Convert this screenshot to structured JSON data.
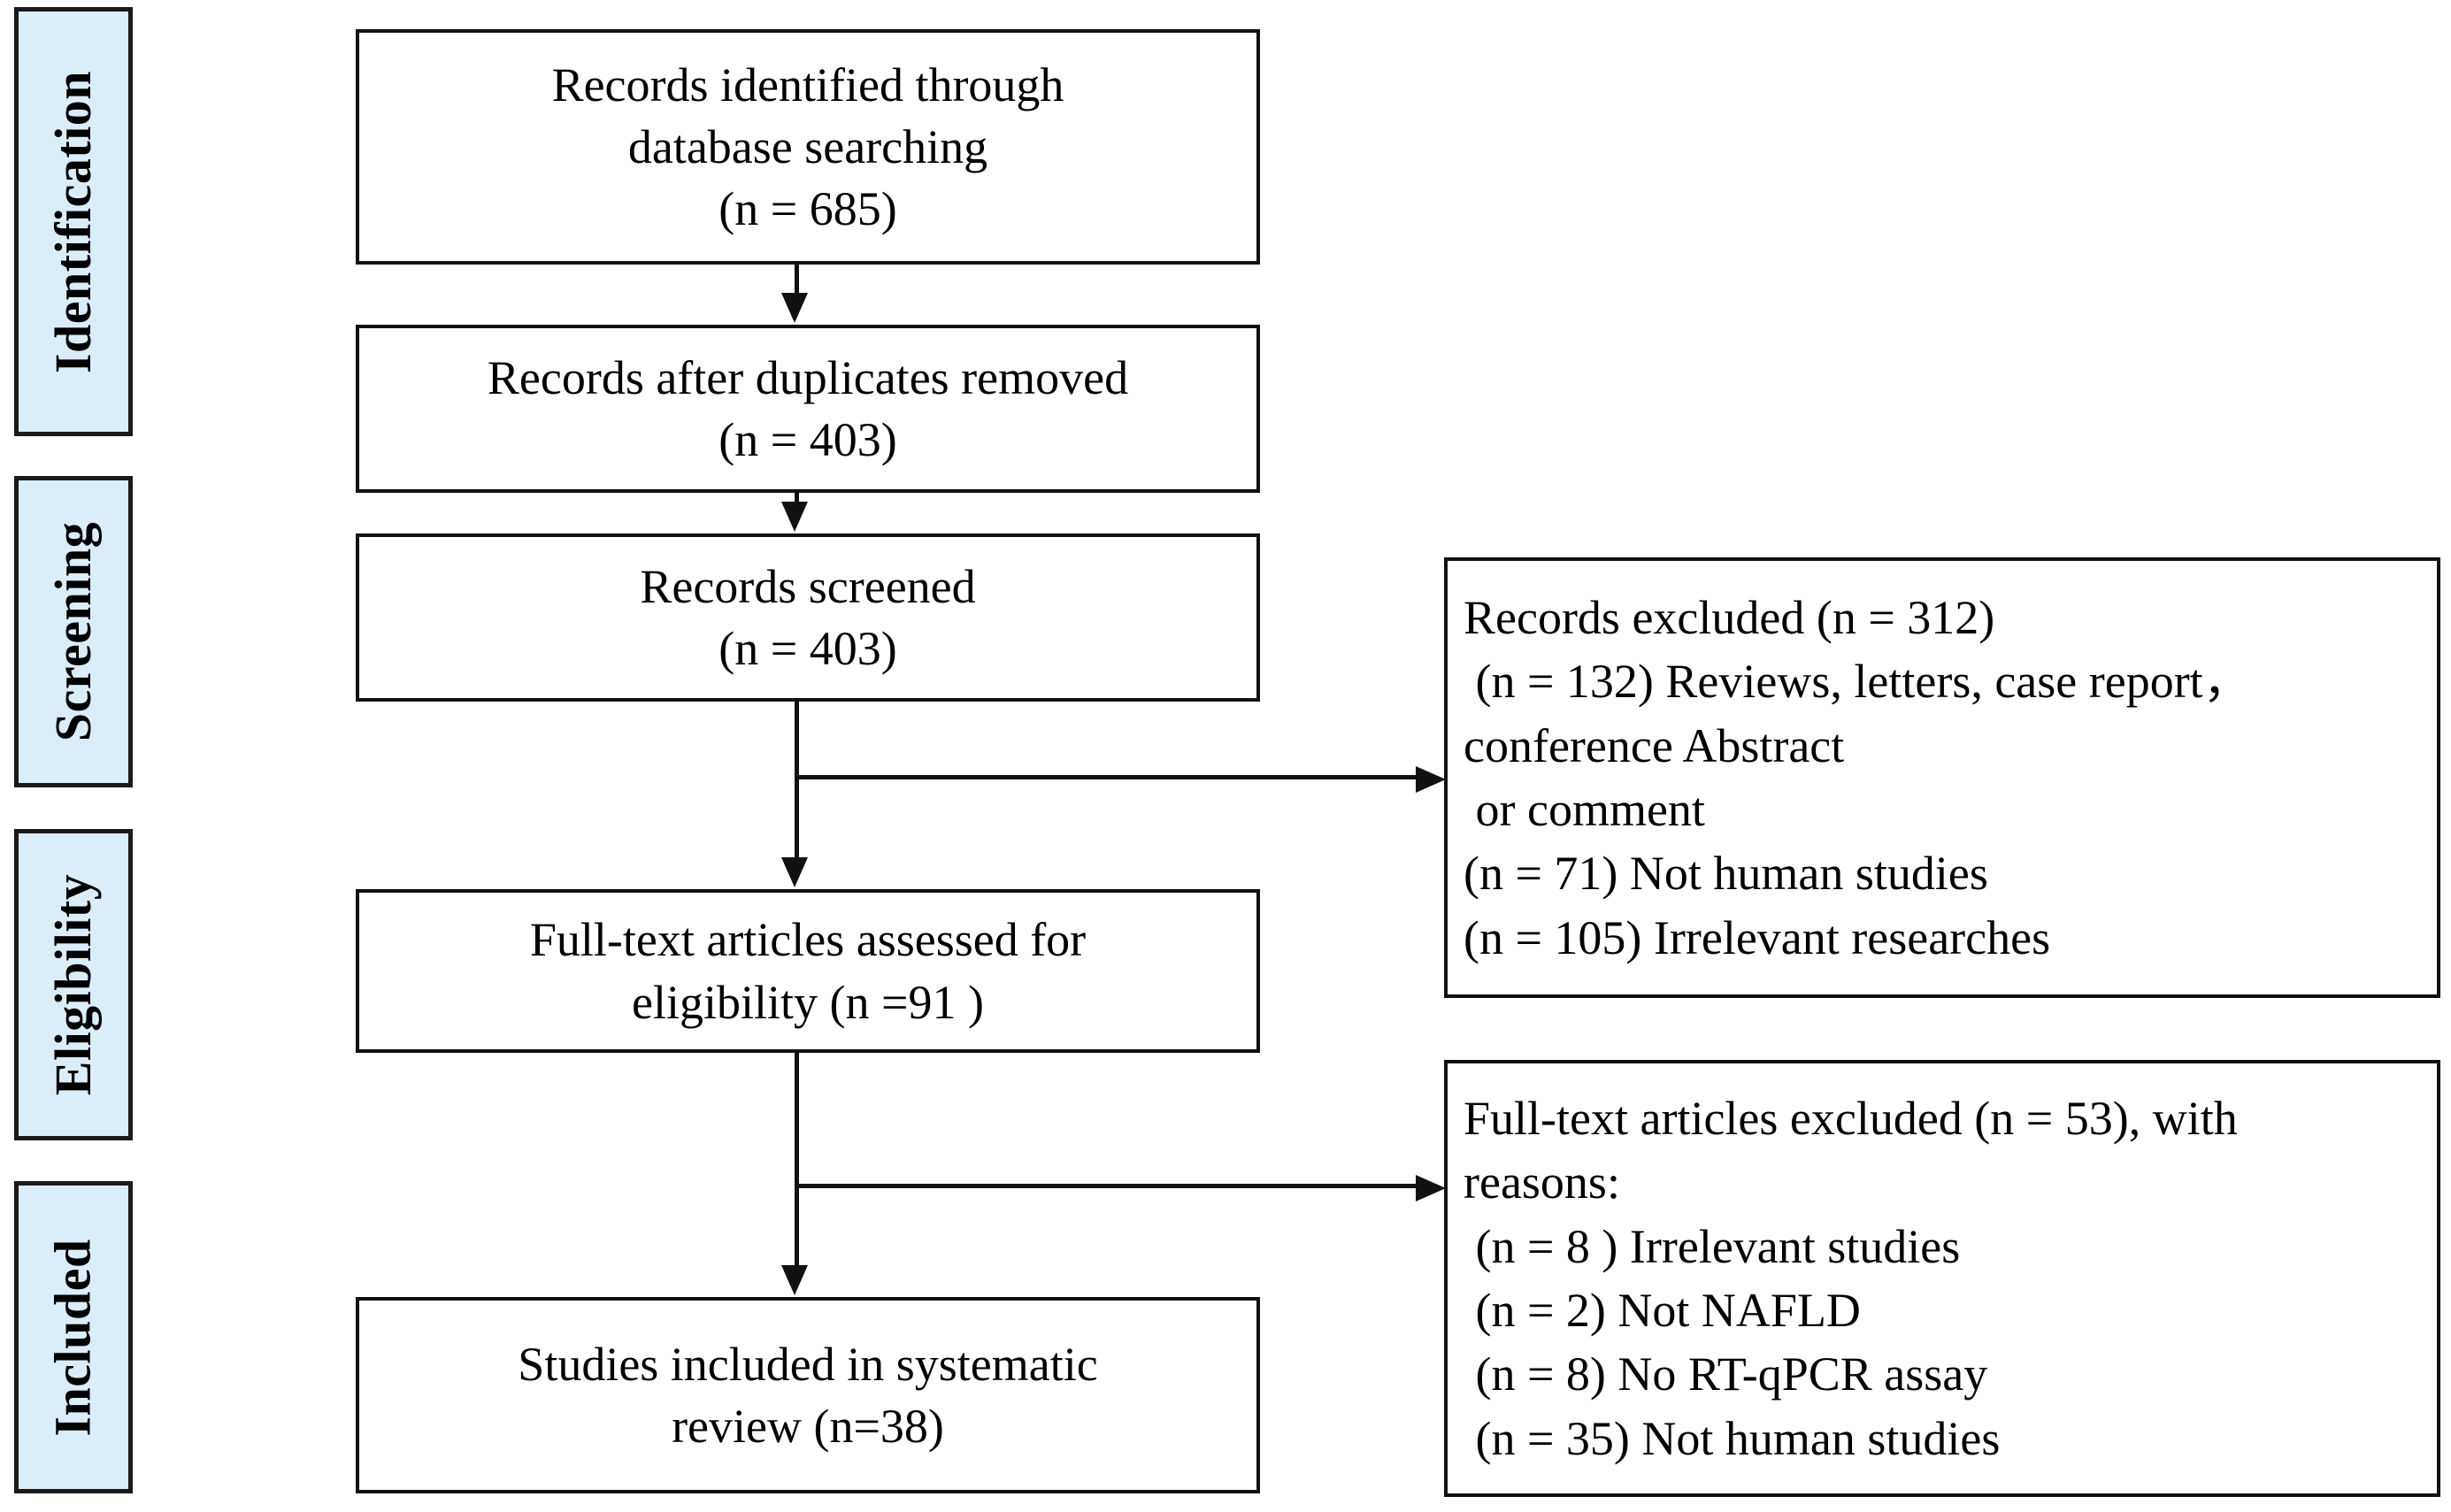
{
  "diagram": {
    "type": "PRISMA flow diagram",
    "stages": [
      {
        "id": "identification",
        "label": "Identification"
      },
      {
        "id": "screening",
        "label": "Screening"
      },
      {
        "id": "eligibility",
        "label": "Eligibility"
      },
      {
        "id": "included",
        "label": "Included"
      }
    ],
    "flow_boxes": [
      {
        "id": "records-identified",
        "lines": [
          "Records identified through",
          "database searching",
          "(n = 685)"
        ],
        "n": 685
      },
      {
        "id": "records-after-duplicates",
        "lines": [
          "Records after duplicates removed",
          "(n = 403)"
        ],
        "n": 403
      },
      {
        "id": "records-screened",
        "lines": [
          "Records screened",
          "(n = 403)"
        ],
        "n": 403
      },
      {
        "id": "full-text-assessed",
        "lines": [
          "Full-text articles assessed for",
          "eligibility (n =91 )"
        ],
        "n": 91
      },
      {
        "id": "studies-included",
        "lines": [
          "Studies included in systematic",
          "review (n=38)"
        ],
        "n": 38
      }
    ],
    "exclusion_boxes": [
      {
        "id": "records-excluded",
        "lines": [
          "Records excluded (n = 312)",
          " (n = 132) Reviews, letters, case report，",
          "conference Abstract",
          " or comment",
          "(n = 71) Not human studies",
          "(n = 105) Irrelevant researches"
        ],
        "total_excluded": 312
      },
      {
        "id": "full-text-excluded",
        "lines": [
          "Full-text articles excluded (n = 53), with",
          "reasons:",
          " (n = 8 ) Irrelevant studies",
          " (n = 2) Not NAFLD",
          " (n = 8) No RT-qPCR assay",
          " (n = 35) Not human studies"
        ],
        "total_excluded": 53
      }
    ],
    "colors": {
      "stage_fill": "#daedf8",
      "stage_border": "#1a1a1a",
      "box_border": "#111111",
      "box_fill": "#ffffff",
      "line": "#111111",
      "text": "#000000"
    }
  }
}
